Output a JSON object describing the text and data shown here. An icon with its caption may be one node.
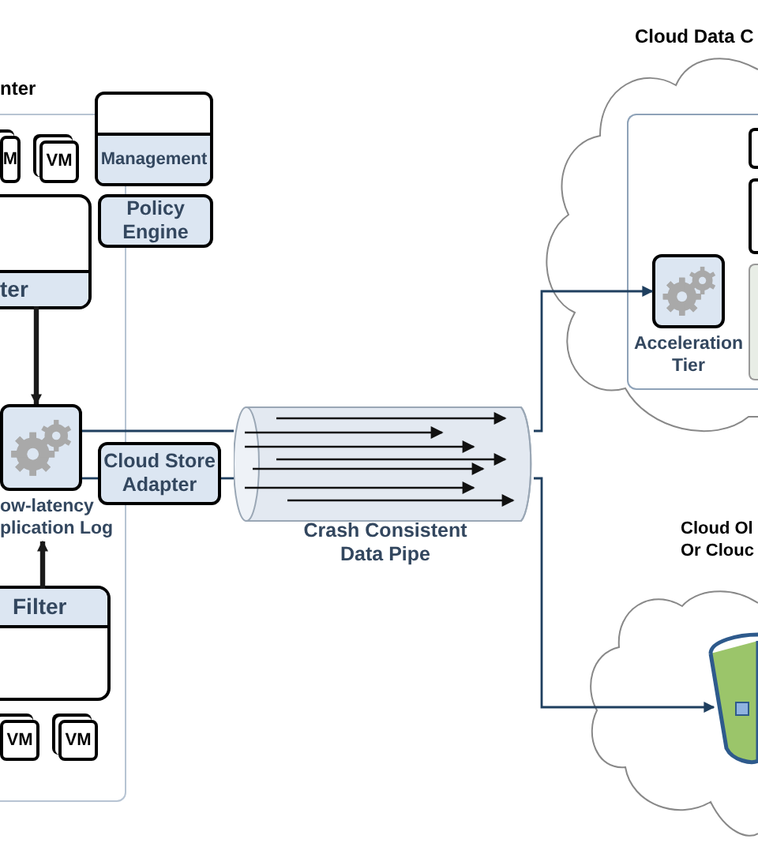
{
  "diagram": {
    "nodes": [
      {
        "text": [
          "nter"
        ]
      },
      {
        "text": [
          "M"
        ],
        "in": 0
      },
      {
        "text": [
          "VM"
        ],
        "in": 0
      },
      {
        "text": [],
        "shape": "box",
        "in": 0
      },
      {
        "text": [
          "ter"
        ],
        "in": 3
      },
      {
        "text": [],
        "shape": "box"
      },
      {
        "text": [
          "Management"
        ],
        "in": 5
      },
      {
        "text": [
          "Policy Engine"
        ]
      },
      {
        "text": [],
        "shape": "box",
        "in": 0,
        "beside": [
          "ow-latency plication Log"
        ]
      },
      {
        "text": [
          "Cloud Store Adapter"
        ]
      },
      {
        "text": [],
        "shape": "box",
        "in": 0
      },
      {
        "text": [
          "Filter"
        ],
        "in": 10
      },
      {
        "text": [
          "VM"
        ],
        "in": 0
      },
      {
        "text": [
          "VM"
        ],
        "in": 0
      },
      {
        "text": [
          "Crash Consistent Data Pipe"
        ]
      },
      {
        "text": [
          "Cloud Data C"
        ]
      },
      {
        "text": [],
        "shape": "box",
        "in": 15
      },
      {
        "text": [],
        "shape": "box",
        "in": 16,
        "beside": [
          "Acceleration Tier"
        ]
      },
      {
        "text": [
          "Cloud Ol Or Clouc"
        ]
      },
      {
        "text": [],
        "shape": "bucket",
        "in": 18
      }
    ],
    "edges": [
      {
        "from": 4,
        "to": 8,
        "arrow": "to",
        "style": "thick"
      },
      {
        "from": 11,
        "to": 8,
        "arrow": "to",
        "style": "thick"
      },
      {
        "from": 8,
        "to": 14,
        "arrow": "none"
      },
      {
        "from": 14,
        "to": 17,
        "arrow": "to"
      },
      {
        "from": 8,
        "to": 9,
        "arrow": "none"
      },
      {
        "from": 9,
        "to": 14,
        "arrow": "none"
      },
      {
        "from": 14,
        "to": 19,
        "arrow": "to"
      }
    ]
  }
}
